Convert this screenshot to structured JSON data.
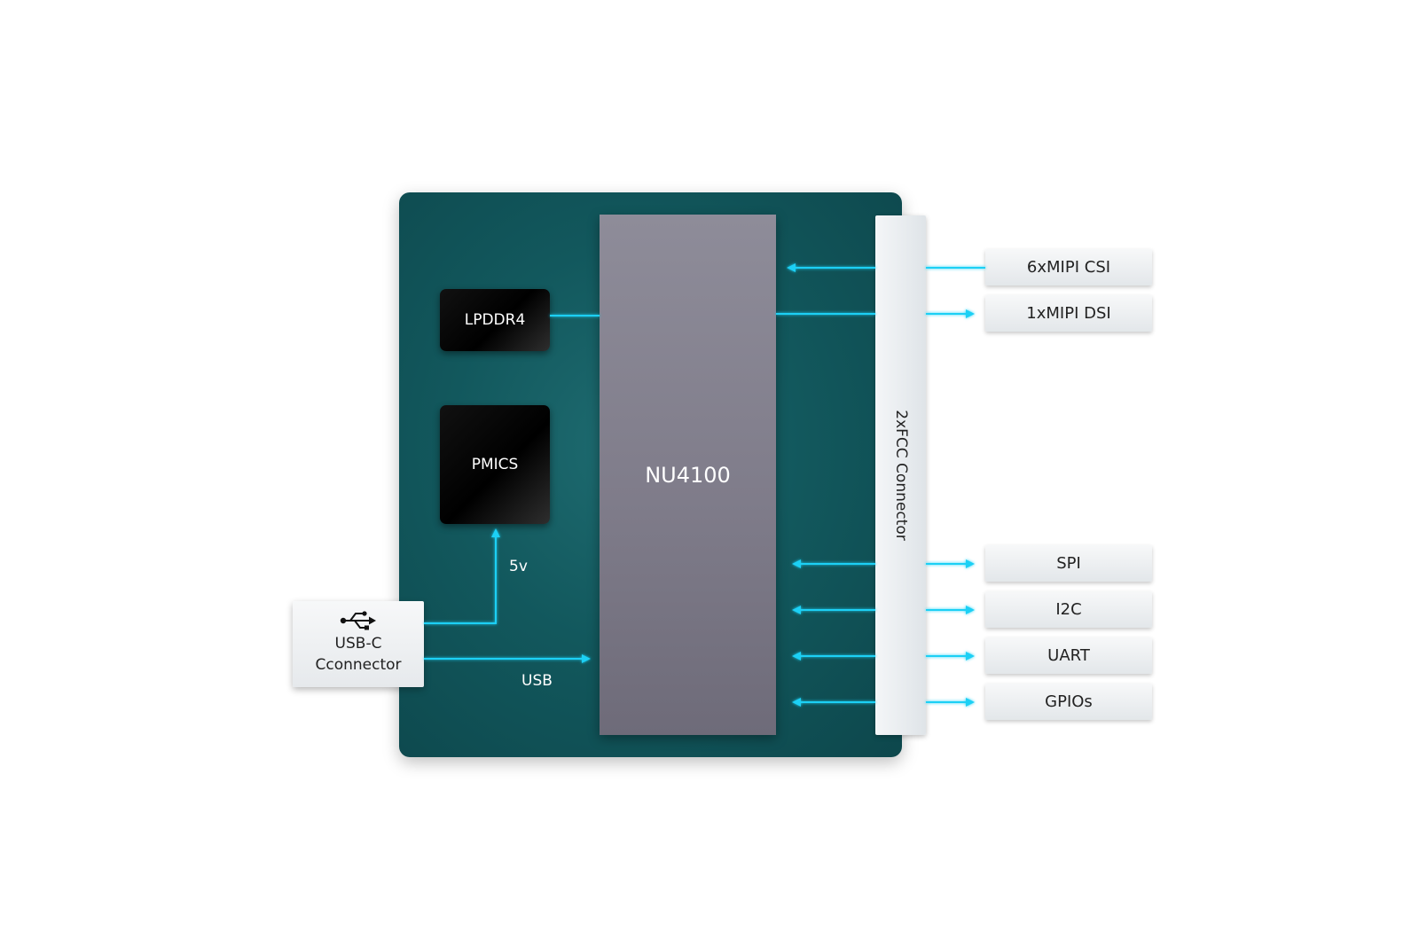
{
  "colors": {
    "board": "#12585d",
    "signal": "#1ad0f5",
    "chip": "#000000",
    "processor": "#817e8c"
  },
  "components": {
    "memory": "LPDDR4",
    "power": "PMICS",
    "processor": "NU4100",
    "connector": "2xFCC Connector",
    "usb_connector": {
      "icon": "usb-icon",
      "line1": "USB-C",
      "line2": "Cconnector"
    }
  },
  "signals": {
    "power": "5v",
    "usb": "USB"
  },
  "interfaces": [
    "6xMIPI CSI",
    "1xMIPI DSI",
    "SPI",
    "I2C",
    "UART",
    "GPIOs"
  ]
}
